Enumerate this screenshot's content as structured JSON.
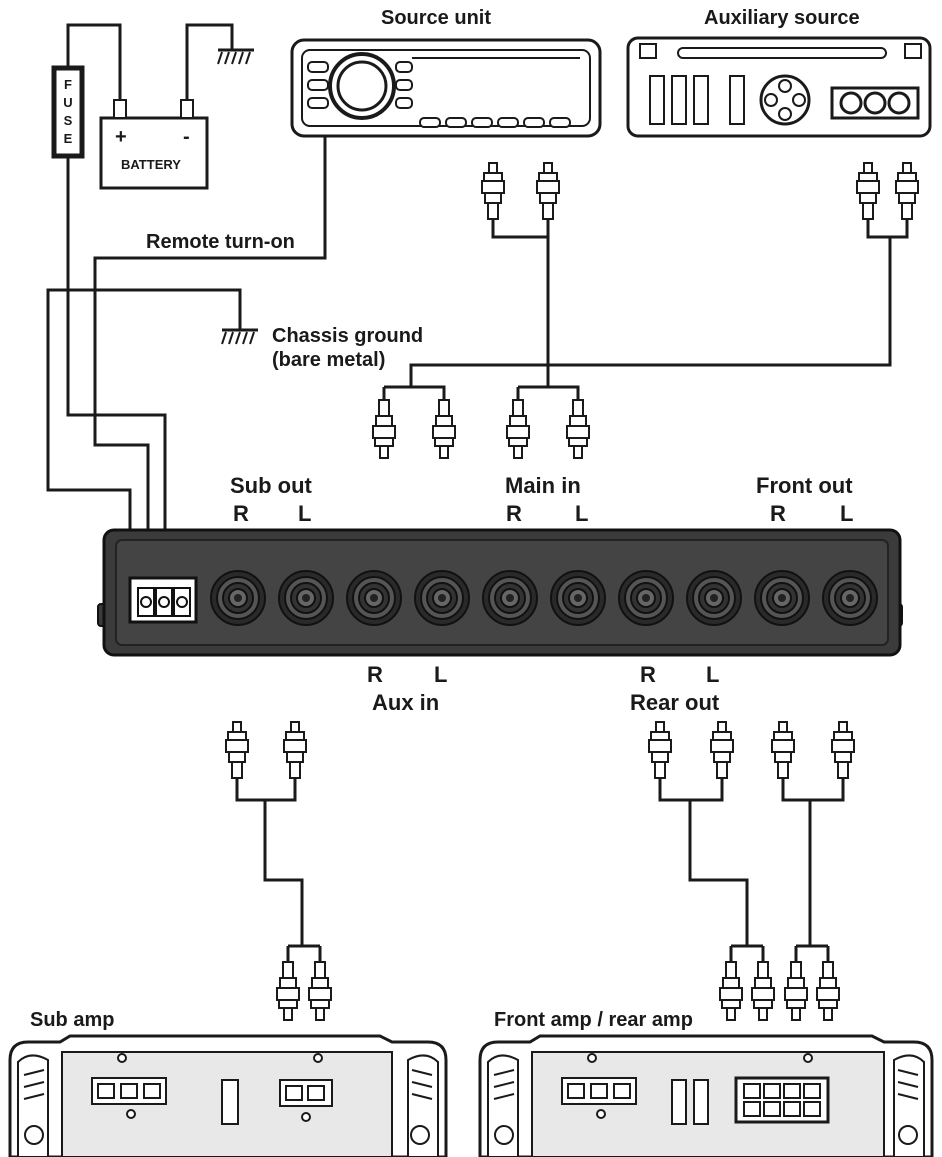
{
  "labels": {
    "source_unit": "Source unit",
    "auxiliary_source": "Auxiliary source",
    "fuse": "FUSE",
    "battery": "BATTERY",
    "battery_plus": "+",
    "battery_minus": "-",
    "remote_turn_on": "Remote turn-on",
    "chassis_ground_line1": "Chassis ground",
    "chassis_ground_line2": "(bare metal)",
    "sub_out": "Sub out",
    "main_in": "Main in",
    "front_out": "Front out",
    "aux_in": "Aux in",
    "rear_out": "Rear out",
    "sub_amp": "Sub amp",
    "front_rear_amp": "Front amp / rear amp",
    "r": "R",
    "l": "L"
  },
  "colors": {
    "ink": "#1a1a1a",
    "panel": "#3b3b3b",
    "background": "#ffffff"
  },
  "jacks_count": 10
}
